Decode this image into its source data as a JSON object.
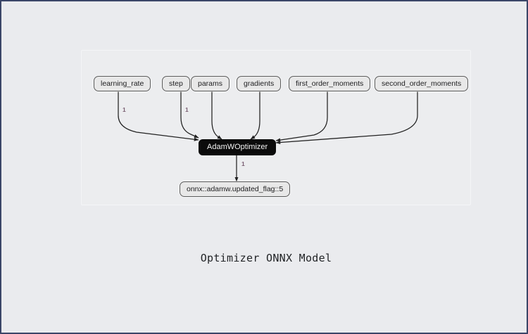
{
  "figure": {
    "title": "Optimizer ONNX Model",
    "background_color": "#eaebee",
    "frame_border_color": "#3b4668",
    "panel_background_color": "#ecedef"
  },
  "graph": {
    "type": "diagram",
    "orientation": "top-to-bottom",
    "operator_node": {
      "label": "AdamWOptimizer",
      "fill_color": "#0b0b0b",
      "text_color": "#f2f2f2"
    },
    "input_nodes": [
      {
        "label": "learning_rate"
      },
      {
        "label": "step"
      },
      {
        "label": "params"
      },
      {
        "label": "gradients"
      },
      {
        "label": "first_order_moments"
      },
      {
        "label": "second_order_moments"
      }
    ],
    "output_nodes": [
      {
        "label": "onnx::adamw.updated_flag::5"
      }
    ],
    "node_style": {
      "fill_color": "#e8e8e8",
      "border_color": "#5a5a5a",
      "text_color": "#1d1d1f"
    },
    "edges": [
      {
        "from": "learning_rate",
        "to": "AdamWOptimizer",
        "label": "1"
      },
      {
        "from": "step",
        "to": "AdamWOptimizer",
        "label": "1"
      },
      {
        "from": "params",
        "to": "AdamWOptimizer",
        "label": ""
      },
      {
        "from": "gradients",
        "to": "AdamWOptimizer",
        "label": ""
      },
      {
        "from": "first_order_moments",
        "to": "AdamWOptimizer",
        "label": ""
      },
      {
        "from": "second_order_moments",
        "to": "AdamWOptimizer",
        "label": ""
      },
      {
        "from": "AdamWOptimizer",
        "to": "onnx::adamw.updated_flag::5",
        "label": "1"
      }
    ],
    "edge_label_color": "#7a5f72",
    "edge_stroke_color": "#222222"
  }
}
